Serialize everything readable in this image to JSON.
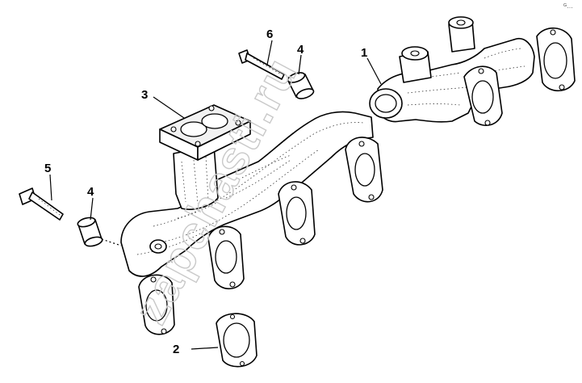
{
  "diagram": {
    "watermark_text": "zapchasti.ru",
    "corner_mark": "ᴳ…",
    "callouts": [
      {
        "id": "c1",
        "label": "1"
      },
      {
        "id": "c2",
        "label": "2"
      },
      {
        "id": "c3",
        "label": "3"
      },
      {
        "id": "c4a",
        "label": "4"
      },
      {
        "id": "c4b",
        "label": "4"
      },
      {
        "id": "c5",
        "label": "5"
      },
      {
        "id": "c6",
        "label": "6"
      }
    ]
  },
  "colors": {
    "line": "#000000",
    "watermark": "#c9c9c9",
    "background": "#ffffff"
  }
}
